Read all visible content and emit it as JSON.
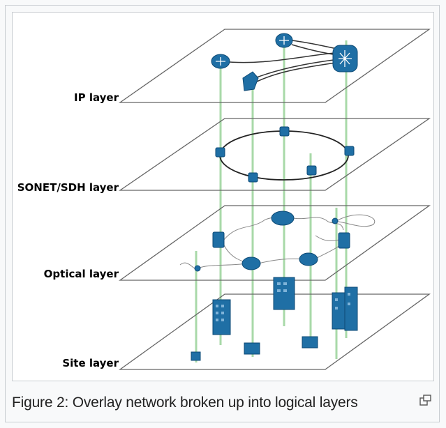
{
  "figure": {
    "layers": [
      {
        "label": "IP layer"
      },
      {
        "label": "SONET/SDH layer"
      },
      {
        "label": "Optical layer"
      },
      {
        "label": "Site layer"
      }
    ],
    "accent_color": "#1f6fa5",
    "fiber_color": "#9bd39b"
  },
  "caption": {
    "text": "Figure 2: Overlay network broken up into logical layers",
    "enlarge_icon": "enlarge-icon"
  }
}
